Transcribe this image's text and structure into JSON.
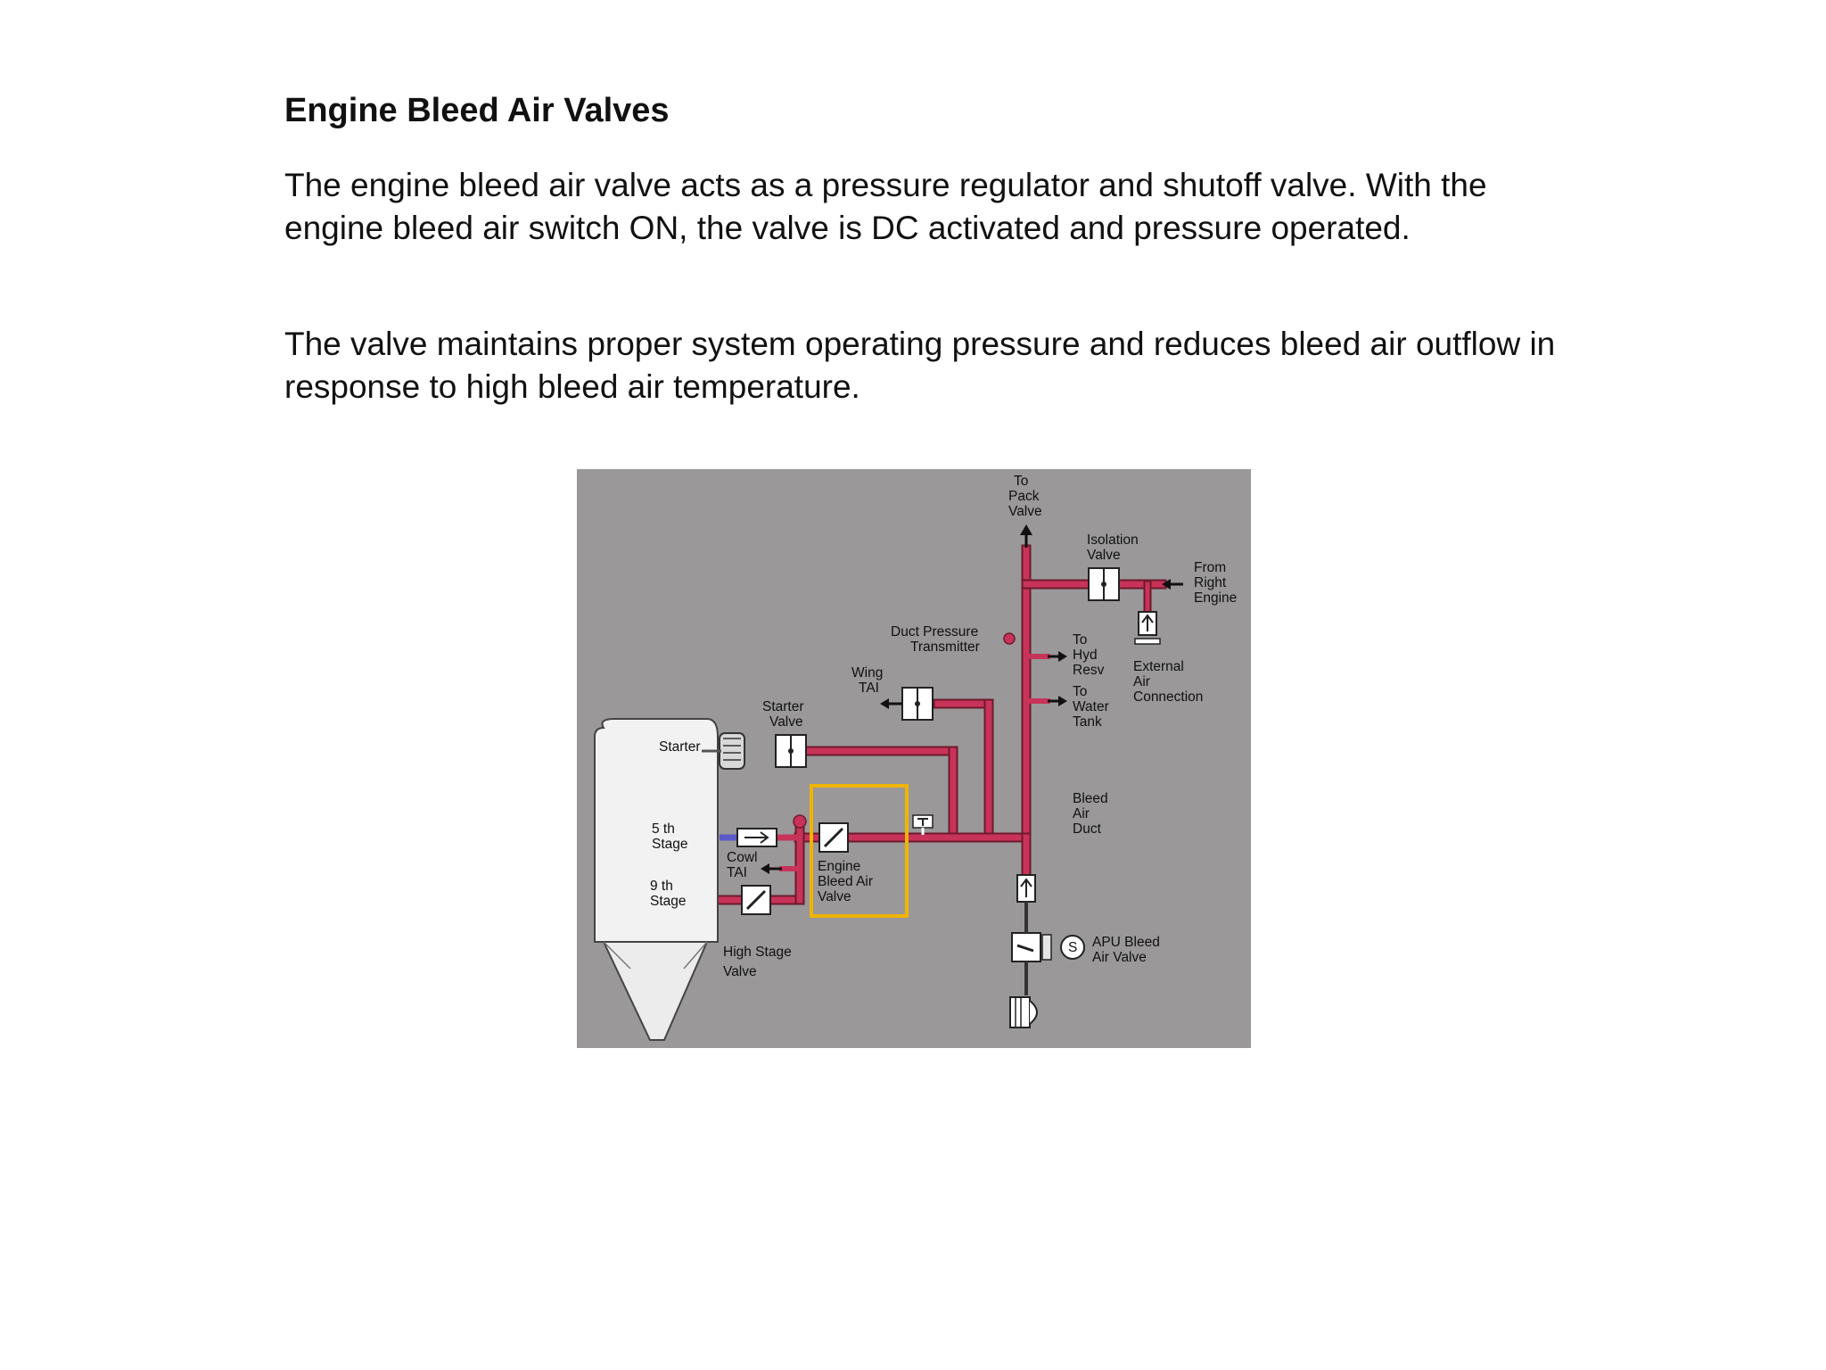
{
  "slide": {
    "title": "Engine Bleed Air Valves",
    "paragraphs": [
      "The engine bleed air valve acts as a pressure regulator and shutoff valve. With the engine bleed air switch ON, the valve is DC activated  and pressure operated.",
      "The valve maintains proper system operating pressure and reduces bleed air outflow in response to high bleed air temperature."
    ]
  },
  "diagram": {
    "colors": {
      "background": "#9a9899",
      "duct": "#c8335a",
      "highlight": "#f0b400",
      "engine_body": "#f2f2f2",
      "low_stage_line": "#5a5ac8"
    },
    "labels": {
      "to_pack_valve": [
        "To",
        "Pack",
        "Valve"
      ],
      "isolation_valve": [
        "Isolation",
        "Valve"
      ],
      "from_right_engine": [
        "From",
        "Right",
        "Engine"
      ],
      "duct_pressure_transmitter": [
        "Duct Pressure",
        "Transmitter"
      ],
      "to_hyd_resv": [
        "To",
        "Hyd",
        "Resv"
      ],
      "external_air_connection": [
        "External",
        "Air",
        "Connection"
      ],
      "wing_tai": [
        "Wing",
        "TAI"
      ],
      "to_water_tank": [
        "To",
        "Water",
        "Tank"
      ],
      "starter_valve": [
        "Starter",
        "Valve"
      ],
      "starter": "Starter",
      "bleed_air_duct": [
        "Bleed",
        "Air",
        "Duct"
      ],
      "fifth_stage": [
        "5 th",
        "Stage"
      ],
      "cowl_tai": [
        "Cowl",
        "TAI"
      ],
      "engine_bleed_air_valve": [
        "Engine",
        "Bleed Air",
        "Valve"
      ],
      "ninth_stage": [
        "9 th",
        "Stage"
      ],
      "high_stage_valve": [
        "High Stage",
        "Valve"
      ],
      "apu_bleed_air_valve": [
        "APU Bleed",
        "Air Valve"
      ],
      "solenoid_symbol": "S"
    }
  }
}
